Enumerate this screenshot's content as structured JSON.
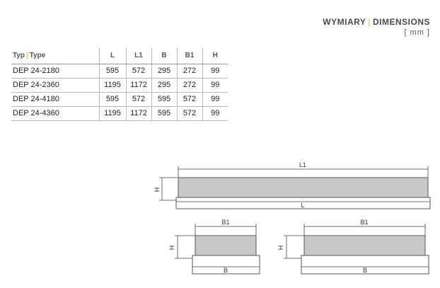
{
  "header": {
    "title_pl": "WYMIARY",
    "separator": "|",
    "title_en": "DIMENSIONS",
    "unit": "[ mm ]"
  },
  "table": {
    "type_header_pl": "Typ",
    "type_header_en": "Type",
    "columns": [
      "L",
      "L1",
      "B",
      "B1",
      "H"
    ],
    "rows": [
      {
        "type": "DEP 24-2180",
        "values": [
          "595",
          "572",
          "295",
          "272",
          "99"
        ]
      },
      {
        "type": "DEP 24-2360",
        "values": [
          "1195",
          "1172",
          "295",
          "272",
          "99"
        ]
      },
      {
        "type": "DEP 24-4180",
        "values": [
          "595",
          "572",
          "595",
          "572",
          "99"
        ]
      },
      {
        "type": "DEP 24-4360",
        "values": [
          "1195",
          "1172",
          "595",
          "572",
          "99"
        ]
      }
    ]
  },
  "drawings": {
    "side_view": {
      "top_label": "L1",
      "bottom_label": "L",
      "height_label": "H"
    },
    "end_view_small": {
      "top_label": "B1",
      "bottom_label": "B",
      "height_label": "H"
    },
    "end_view_large": {
      "top_label": "B1",
      "bottom_label": "B",
      "height_label": "H"
    }
  },
  "colors": {
    "accent": "#e2a23a",
    "body_fill": "#c9c9c9",
    "line": "#555555"
  }
}
